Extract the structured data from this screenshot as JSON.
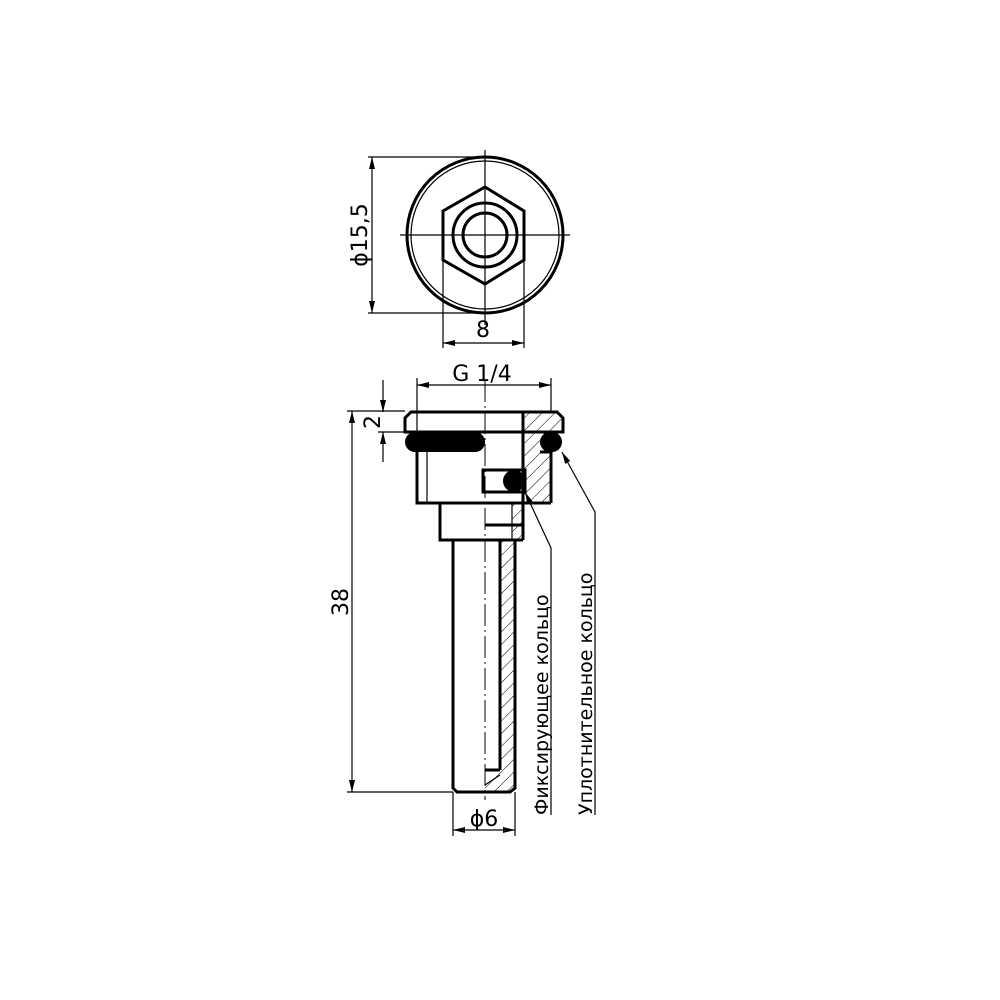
{
  "top_view": {
    "dim_diameter": "ϕ15,5",
    "dim_hex": "8"
  },
  "side_view": {
    "dim_thread": "G 1/4",
    "dim_flange": "2",
    "dim_length": "38",
    "dim_tube_diameter": "ϕ6"
  },
  "labels": {
    "fixing_ring": "Фиксирующее кольцо",
    "sealing_ring": "Уплотнительное кольцо"
  }
}
